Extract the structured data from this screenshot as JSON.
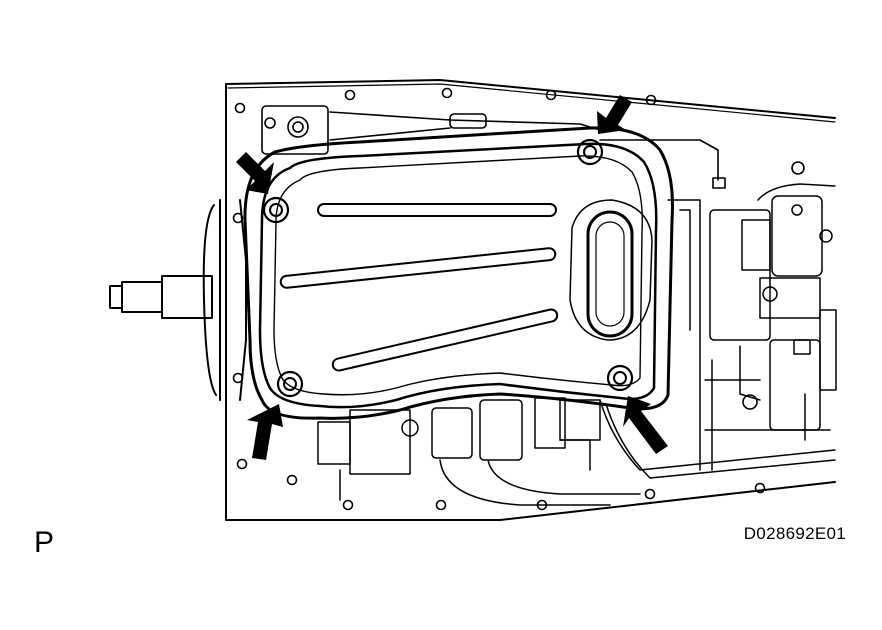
{
  "view_label": "P",
  "figure_code": "D028692E01",
  "colors": {
    "line": "#000000",
    "background": "#ffffff"
  },
  "callouts": [
    {
      "name": "arrow-top-left-bolt"
    },
    {
      "name": "arrow-top-right-bolt"
    },
    {
      "name": "arrow-bottom-left-bolt"
    },
    {
      "name": "arrow-bottom-right-bolt"
    }
  ]
}
